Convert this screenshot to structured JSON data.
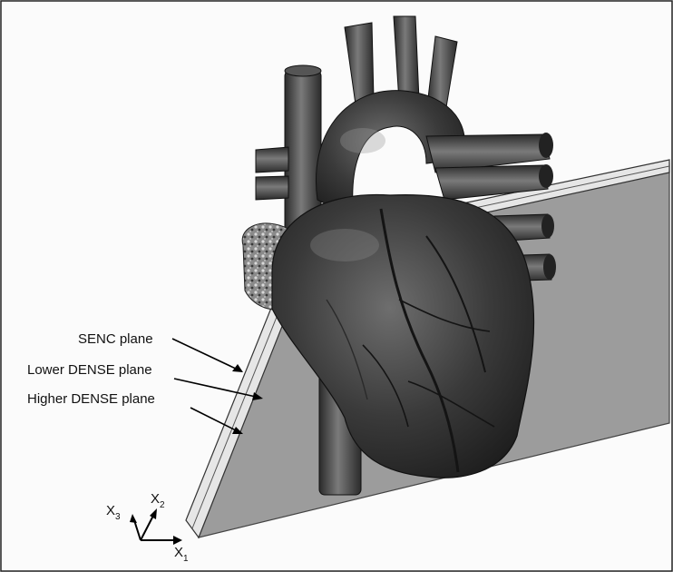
{
  "figure": {
    "labels": {
      "senc": "SENC plane",
      "lower_dense": "Lower DENSE plane",
      "higher_dense": "Higher DENSE plane"
    },
    "axes": {
      "x1": {
        "letter": "X",
        "sub": "1"
      },
      "x2": {
        "letter": "X",
        "sub": "2"
      },
      "x3": {
        "letter": "X",
        "sub": "3"
      }
    },
    "colors": {
      "plane_fill": "#9a9a9a",
      "plane_edge": "#d8d8d8",
      "heart_dark": "#2a2a2a",
      "heart_mid": "#5a5a5a",
      "background": "#fbfbfb"
    }
  }
}
